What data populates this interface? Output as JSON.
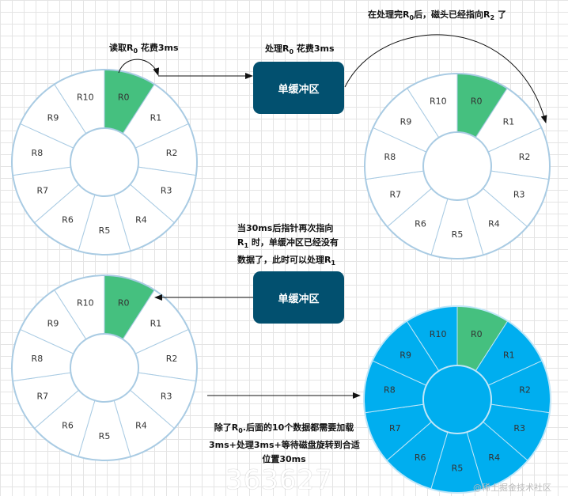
{
  "sector_labels": [
    "R0",
    "R1",
    "R2",
    "R3",
    "R4",
    "R5",
    "R6",
    "R7",
    "R8",
    "R9",
    "R10"
  ],
  "disks": [
    {
      "name": "disk-top-left",
      "fill": "#ffffff",
      "highlight": "R0",
      "highlight_color": "#45c07f"
    },
    {
      "name": "disk-top-right",
      "fill": "#ffffff",
      "highlight": "R0",
      "highlight_color": "#45c07f"
    },
    {
      "name": "disk-bottom-left",
      "fill": "#ffffff",
      "highlight": "R0",
      "highlight_color": "#45c07f"
    },
    {
      "name": "disk-bottom-right",
      "fill": "#00aeef",
      "highlight": "R0",
      "highlight_color": "#45c07f"
    }
  ],
  "labels": {
    "read_r0_a": "读取R",
    "read_r0_sub": "0",
    "read_r0_b": " 花费3ms",
    "process_r0_a": "处理R",
    "process_r0_sub": "0",
    "process_r0_b": " 花费3ms",
    "after_a": "在处理完R",
    "after_sub0": "0",
    "after_b": "后，磁头已经指向R",
    "after_sub2": "2",
    "after_c": " 了",
    "mid_line1": "当30ms后指针再次指向",
    "mid_line2_a": "R",
    "mid_line2_sub": "1",
    "mid_line2_b": " 时，单缓冲区已经没有",
    "mid_line3_a": "数据了，此时可以处理R",
    "mid_line3_sub": "1",
    "bottom_line1_a": "除了R",
    "bottom_line1_sub": "0",
    "bottom_line1_b": ".后面的10个数据都需要加载",
    "bottom_line2": "3ms+处理3ms+等待磁盘旋转到合适",
    "bottom_line3": "位置30ms"
  },
  "buffer_box_label": "单缓冲区",
  "buffer_box_color": "#02506f",
  "watermark": "@稀土掘金技术社区",
  "watermark_number": "363627"
}
